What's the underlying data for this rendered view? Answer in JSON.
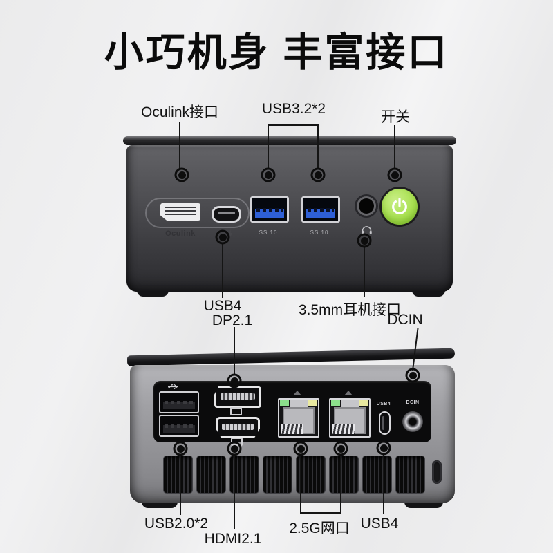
{
  "title": "小巧机身 丰富接口",
  "colors": {
    "background": "#ededee",
    "power_button_green": "#aae152",
    "usb3_blue": "#2e5fd6",
    "ethernet_led_green": "#8ce08c",
    "ethernet_led_yellow": "#e9e9a0",
    "callout_ink": "#151515"
  },
  "front_view": {
    "callouts": {
      "oculink": "Oculink接口",
      "usb32": "USB3.2*2",
      "power_switch": "开关",
      "usb4": "USB4",
      "headphone": "3.5mm耳机接口"
    },
    "markings": {
      "oculink": "Oculink",
      "ss10_left": "SS 10",
      "ss10_right": "SS 10"
    },
    "icons": {
      "power": "power-icon",
      "headphone": "headphone-icon",
      "lightning": "lightning-icon"
    }
  },
  "rear_view": {
    "callouts": {
      "dp": "DP2.1",
      "dcin": "DCIN",
      "usb2": "USB2.0*2",
      "hdmi": "HDMI2.1",
      "ethernet": "2.5G网口",
      "usb4": "USB4"
    },
    "markings": {
      "usb4": "USB4",
      "dcin": "DCIN"
    }
  }
}
